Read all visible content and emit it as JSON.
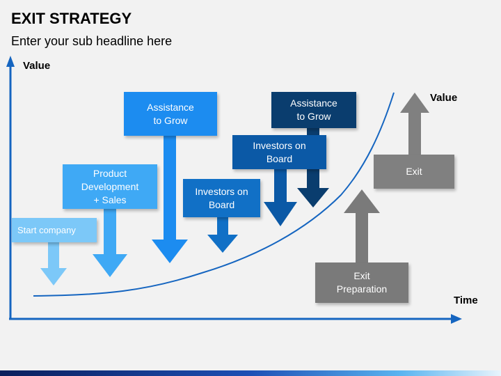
{
  "header": {
    "title": "EXIT STRATEGY",
    "subtitle": "Enter your sub headline here"
  },
  "axes": {
    "y_label": "Value",
    "x_label": "Time",
    "curve_end_label": "Value"
  },
  "steps": [
    {
      "id": "start",
      "label": "Start company",
      "color": "#7cc8f8"
    },
    {
      "id": "product",
      "label": "Product\nDevelopment\n+ Sales",
      "color": "#3fa9f5"
    },
    {
      "id": "assist1",
      "label": "Assistance\nto Grow",
      "color": "#1c8cf0"
    },
    {
      "id": "investors1",
      "label": "Investors on\nBoard",
      "color": "#1170c6"
    },
    {
      "id": "investors2",
      "label": "Investors on\nBoard",
      "color": "#0b59a6"
    },
    {
      "id": "assist2",
      "label": "Assistance\nto Grow",
      "color": "#0a3d6e"
    },
    {
      "id": "exit_prep",
      "label": "Exit\nPreparation",
      "color": "#7a7a7a"
    },
    {
      "id": "exit",
      "label": "Exit",
      "color": "#808080"
    }
  ],
  "colors": {
    "axis": "#1565c0",
    "curve": "#1565c0",
    "background": "#f2f2f2"
  }
}
